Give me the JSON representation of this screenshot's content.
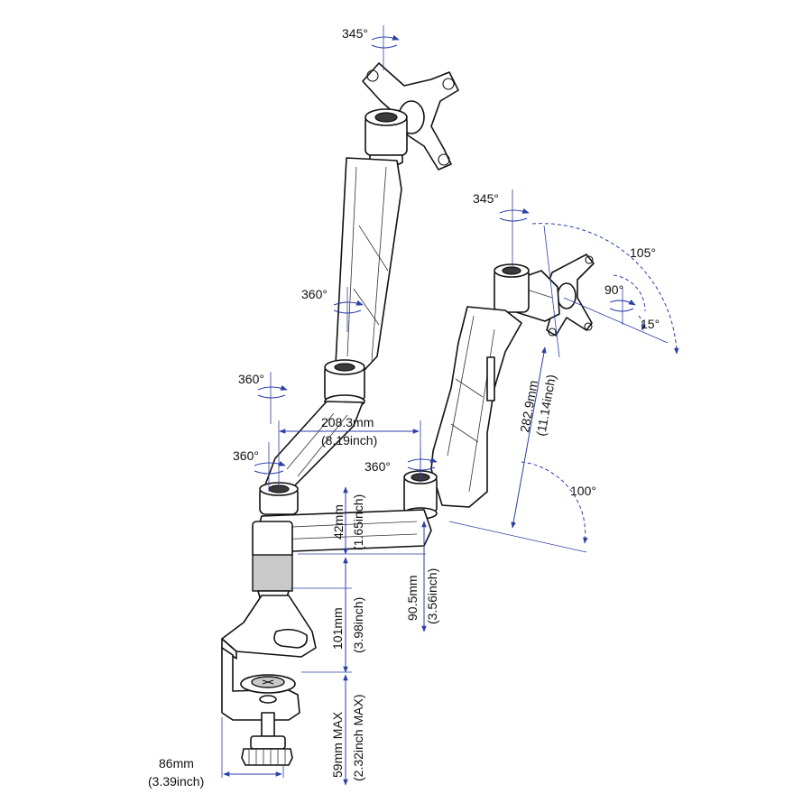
{
  "labels": {
    "rot_top": "345°",
    "rot_right_head": "345°",
    "tilt_105": "105°",
    "tilt_90": "90°",
    "tilt_15": "15°",
    "rot_upper_arm": "360°",
    "rot_elbow_left": "360°",
    "rot_base_left": "360°",
    "rot_base_right": "360°",
    "angle_100": "100°",
    "len_208_mm": "208.3mm",
    "len_208_in": "(8.19inch)",
    "len_282_mm": "282.9mm",
    "len_282_in": "(11.14inch)",
    "h_42_mm": "42mm",
    "h_42_in": "(1.65inch)",
    "h_90_mm": "90.5mm",
    "h_90_in": "(3.56inch)",
    "h_101_mm": "101mm",
    "h_101_in": "(3.98inch)",
    "h_59_mm": "59mm MAX",
    "h_59_in": "(2.32inch MAX)",
    "w_86_mm": "86mm",
    "w_86_in": "(3.39inch)"
  },
  "colors": {
    "dimension_line": "#2b3fa8",
    "outline": "#111111",
    "shade": "#c9c9c9"
  }
}
